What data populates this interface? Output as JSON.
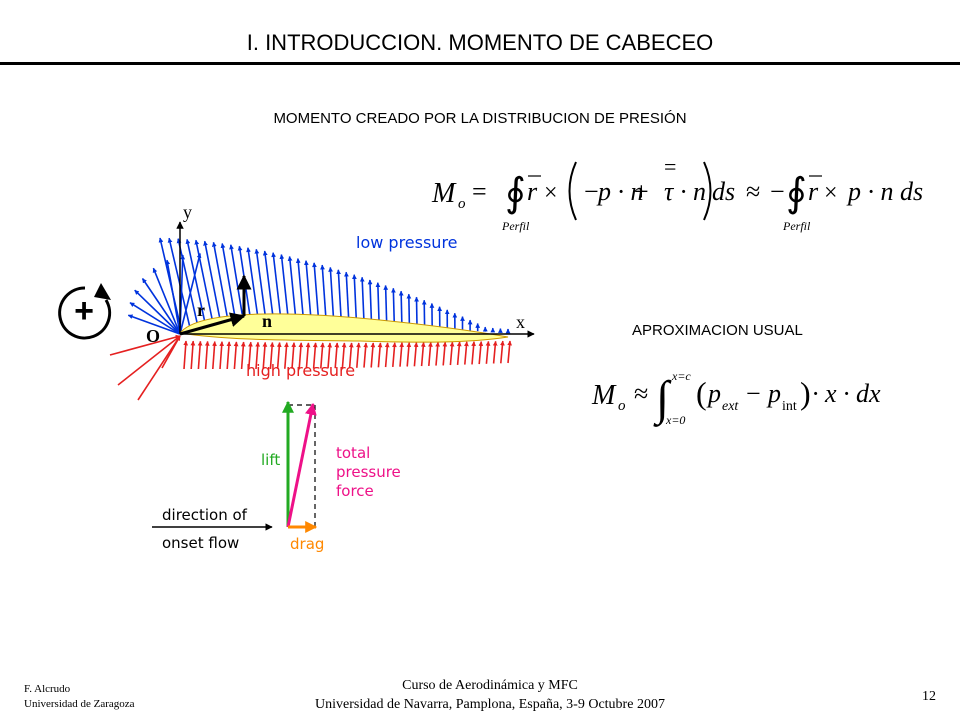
{
  "header": {
    "title": "I. INTRODUCCION. MOMENTO DE CABECEO",
    "subtitle": "MOMENTO CREADO POR LA DISTRIBUCION DE PRESIÓN",
    "approx_label": "APROXIMACION USUAL"
  },
  "equation1": {
    "lhs_M": "M",
    "lhs_sub": "o",
    "eq": "=",
    "integral": "∮",
    "perfil": "Perfil",
    "rvec": "r",
    "times": "×",
    "term_pn": "p · n",
    "plus": "+",
    "tau": "τ",
    "tau_over": "=",
    "dot_n": "· n",
    "ds": "ds",
    "approx": "≈",
    "minus": "−",
    "term2": "p · n ds"
  },
  "equation2": {
    "M": "M",
    "sub": "o",
    "approx": "≈",
    "upper": "x=c",
    "lower": "x=0",
    "open": "(",
    "p1": "p",
    "ext": "ext",
    "minus": "−",
    "p2": "p",
    "int": "int",
    "close": ")",
    "rest": "· x · dx"
  },
  "diagram": {
    "axis_y": "y",
    "axis_x": "x",
    "origin": "O",
    "r_label": "r",
    "n_label": "n",
    "plus_sign": "+",
    "low_pressure": "low pressure",
    "high_pressure": "high pressure",
    "lift": "lift",
    "total_line1": "total",
    "total_line2": "pressure",
    "total_line3": "force",
    "dir_line1": "direction of",
    "dir_line2": "onset flow",
    "drag": "drag",
    "colors": {
      "low": "#0033dd",
      "high": "#e52020",
      "airfoil": "#ffff99",
      "lift": "#22aa22",
      "total": "#ee1188",
      "drag": "#ff8800"
    }
  },
  "footer": {
    "author": "F. Alcrudo",
    "institution": "Universidad de Zaragoza",
    "course": "Curso de Aerodinámica y MFC",
    "venue": "Universidad de Navarra, Pamplona, España, 3-9 Octubre 2007",
    "page": "12"
  }
}
